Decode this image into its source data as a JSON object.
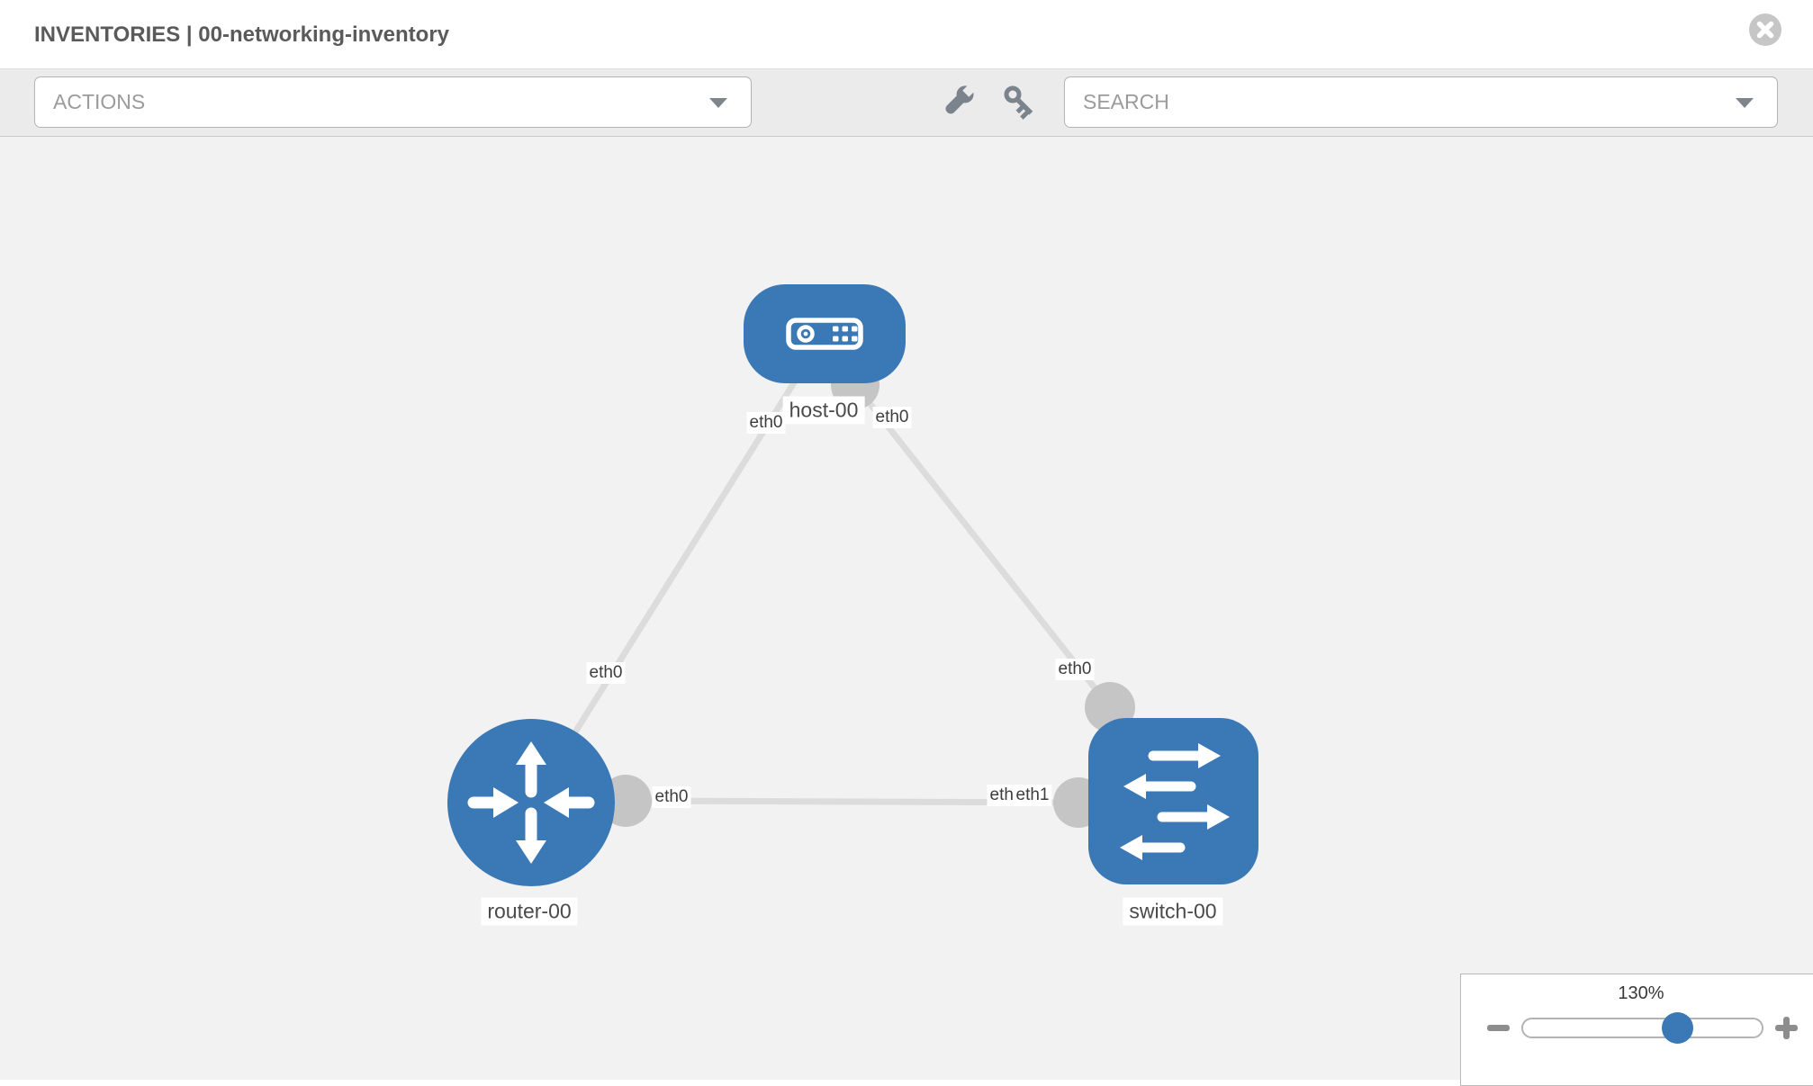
{
  "header": {
    "title": "INVENTORIES | 00-networking-inventory"
  },
  "toolbar": {
    "actions_label": "ACTIONS",
    "search_label": "SEARCH"
  },
  "icons": {
    "close": "x-circle-icon",
    "wrench": "wrench-icon",
    "key": "key-icon",
    "dropdown": "chevron-down-icon",
    "zoom_out": "minus-icon",
    "zoom_in": "plus-icon"
  },
  "topology": {
    "nodes": [
      {
        "label": "host-00",
        "type": "host"
      },
      {
        "label": "router-00",
        "type": "router"
      },
      {
        "label": "switch-00",
        "type": "switch"
      }
    ],
    "interfaces": {
      "host_left": "eth0",
      "host_right": "eth0",
      "router_to_host": "eth0",
      "router_to_switch": "eth0",
      "switch_to_host": "eth0",
      "switch_to_router_back": "eth0",
      "switch_to_router_front": "eth1"
    },
    "links": [
      {
        "from": "host-00",
        "to": "router-00"
      },
      {
        "from": "host-00",
        "to": "switch-00"
      },
      {
        "from": "router-00",
        "to": "switch-00"
      }
    ]
  },
  "zoom_control": {
    "value": "130%"
  },
  "colors": {
    "node_blue": "#3a79b5",
    "canvas_bg": "#f2f2f2",
    "link_gray": "#dcdcdc",
    "interface_gray": "#c5c5c5",
    "icon_gray": "#7b848c"
  }
}
